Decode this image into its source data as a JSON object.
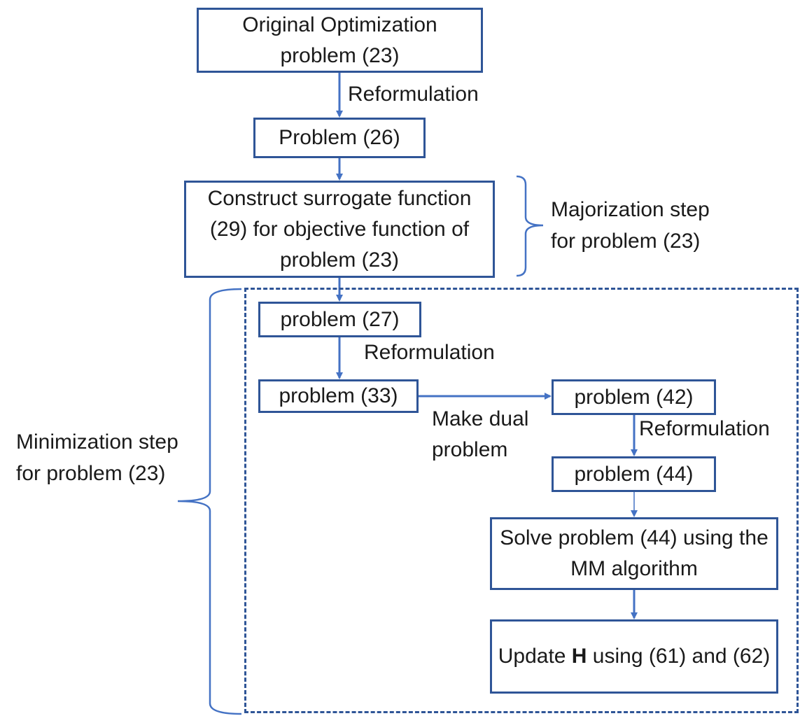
{
  "colors": {
    "box_border": "#2f5597",
    "arrow": "#4472c4",
    "text": "#1a1a1a"
  },
  "boxes": {
    "original": "Original Optimization problem (23)",
    "p26": "Problem (26)",
    "surrogate": "Construct surrogate function (29) for objective function of problem (23)",
    "p27": "problem (27)",
    "p33": "problem (33)",
    "p42": "problem (42)",
    "p44": "problem (44)",
    "solve": "Solve problem (44) using the MM algorithm",
    "update_prefix": "Update ",
    "update_bold": "H",
    "update_suffix": " using (61) and (62)"
  },
  "edges": {
    "reformulation_1": "Reformulation",
    "reformulation_2": "Reformulation",
    "make_dual_line1": "Make dual",
    "make_dual_line2": "problem",
    "reformulation_3": "Reformulation"
  },
  "brackets": {
    "majorization_line1": "Majorization step",
    "majorization_line2": "for problem (23)",
    "minimization_line1": "Minimization step",
    "minimization_line2": "for problem (23)"
  }
}
